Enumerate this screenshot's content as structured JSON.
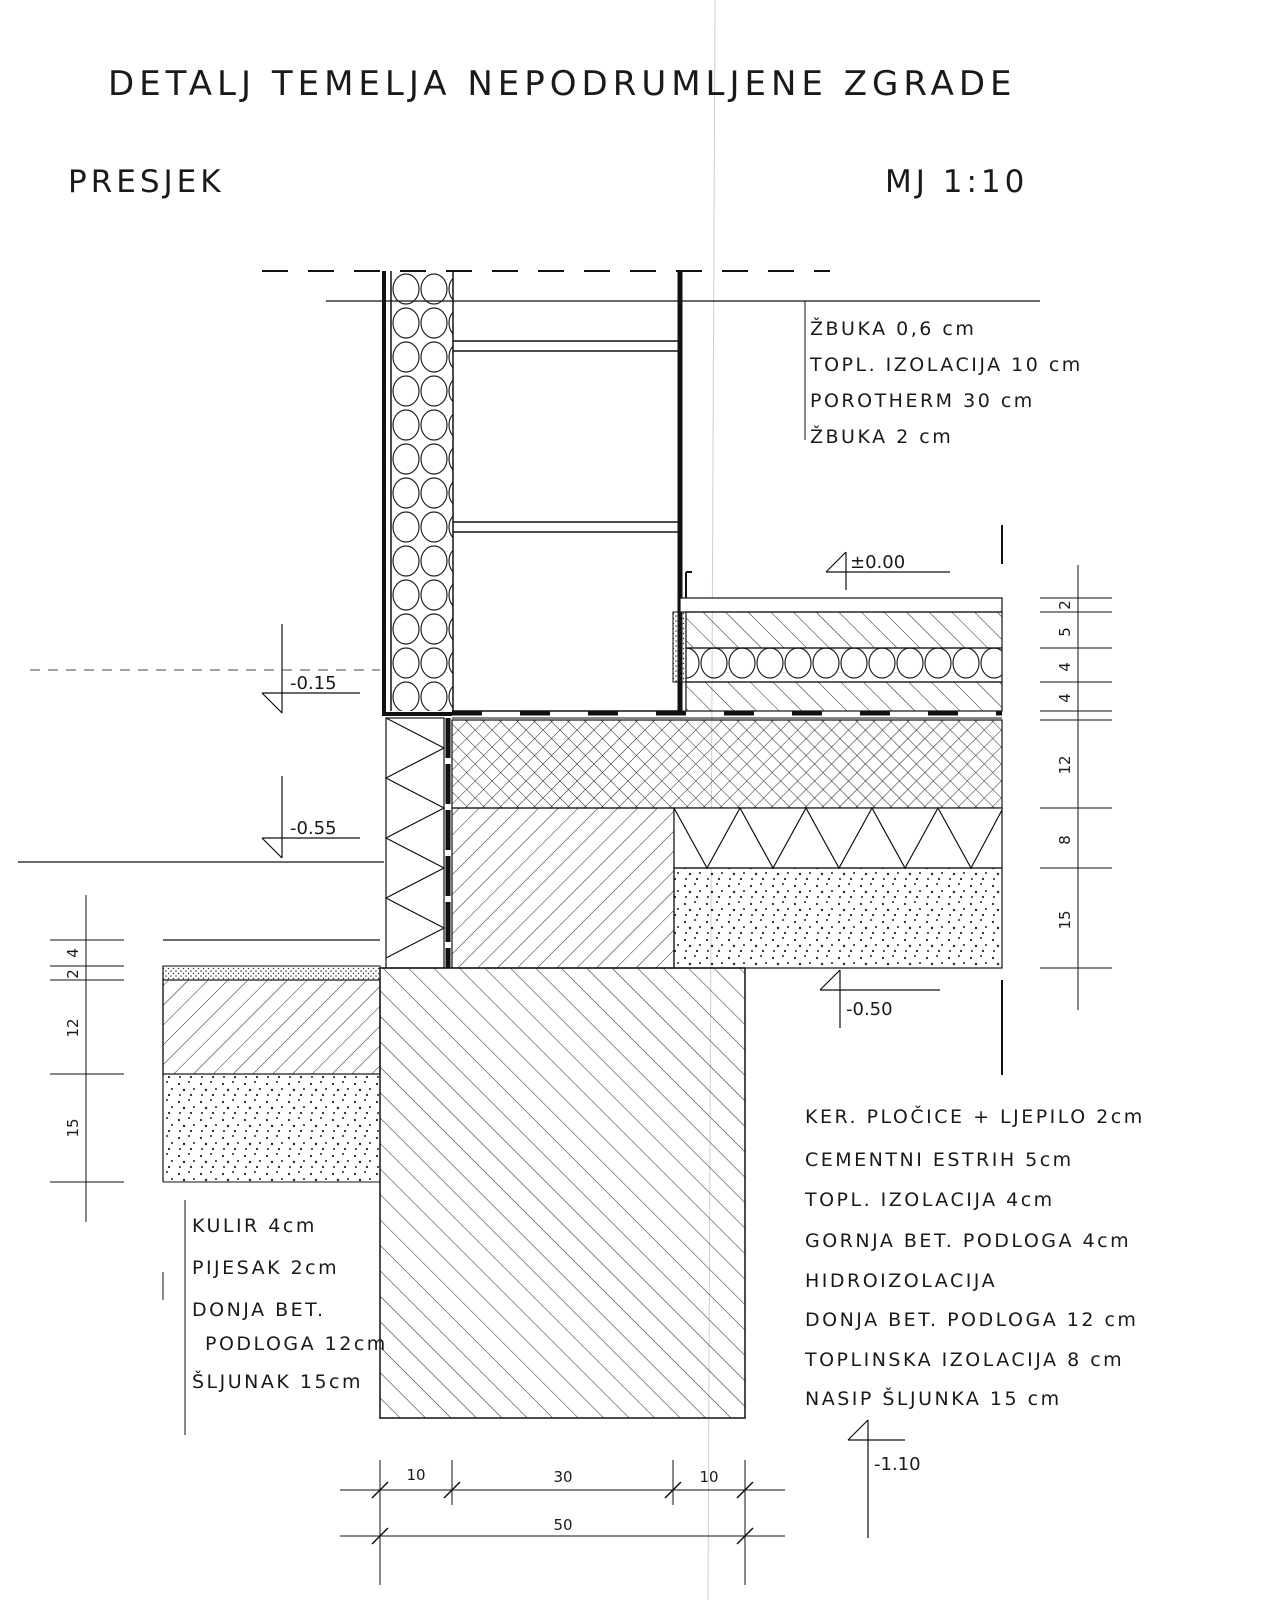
{
  "title": "DETALJ TEMELJA NEPODRUMLJENE ZGRADE",
  "section_label": "PRESJEK",
  "scale": "MJ 1:10",
  "wall_layers": [
    "ŽBUKA 0,6 cm",
    "TOPL. IZOLACIJA 10 cm",
    "POROTHERM 30 cm",
    "ŽBUKA 2 cm"
  ],
  "floor_layers": [
    "KER. PLOČICE + LJEPILO 2cm",
    "CEMENTNI ESTRIH 5cm",
    "TOPL. IZOLACIJA 4cm",
    "GORNJA BET. PODLOGA 4cm",
    "HIDROIZOLACIJA",
    "DONJA BET. PODLOGA 12 cm",
    "TOPLINSKA IZOLACIJA 8 cm",
    "NASIP ŠLJUNKA 15 cm"
  ],
  "pavement_layers": [
    "KULIR 4cm",
    "PIJESAK 2cm",
    "DONJA BET.",
    "PODLOGA 12cm",
    "ŠLJUNAK 15cm"
  ],
  "elevations": {
    "zero": "±0.00",
    "m015": "-0.15",
    "m055": "-0.55",
    "m050": "-0.50",
    "m110": "-1.10"
  },
  "dims_right": [
    "2",
    "5",
    "4",
    "4",
    "12",
    "8",
    "15"
  ],
  "dims_left": [
    "2",
    "4",
    "12",
    "15"
  ],
  "dims_bottom": [
    "10",
    "30",
    "10",
    "50"
  ]
}
